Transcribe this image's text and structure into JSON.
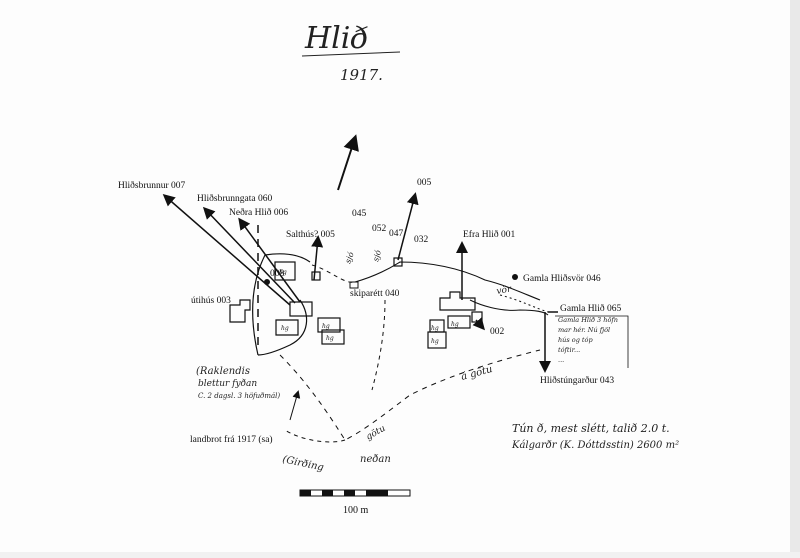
{
  "title": "Hlið",
  "year": "1917.",
  "scale_label": "100 m",
  "labels": {
    "hlidsbrunnur": "Hliðsbrunnur 007",
    "hlidsbrunngata": "Hliðsbrunngata 060",
    "nedra_hlid": "Neðra Hlið 006",
    "salthus": "Salthús? 005",
    "n045": "045",
    "n052": "052",
    "n047": "047",
    "n032": "032",
    "n005": "005",
    "efra_hlid": "Efra Hlið 001",
    "gamla_hlidsvor": "Gamla Hliðsvör 046",
    "n008": "008",
    "skiparett": "skiparétt 040",
    "utihus": "útihús 003",
    "gamla_hlid": "Gamla Hlið 065",
    "n002": "002",
    "hlidstungardur": "Hliðstúngarður 043",
    "landbrot": "landbrot frá 1917 (sa)"
  },
  "handwriting": {
    "raklendis": "(Raklendis",
    "blettur": "blettur fyðan",
    "c2": "C. 2 dagsl. 3 höfuðmál)",
    "sjo1": "sjó",
    "sjo2": "sjó",
    "gardings": "(Girðing",
    "nedan": "neðan",
    "gota": "götu",
    "ad_gota": "á götu",
    "gamla_note1": "Gamla Hlið 3 höfn",
    "gamla_note2": "mar hér. Nú fjöl",
    "gamla_note3": "hús og tóp",
    "gamla_note4": "tóftir...",
    "gamla_note5": "...",
    "tun_line": "Tún ð, mest slétt, talið 2.0 t.",
    "kalgardr_line": "Kálgarðr (K. Dóttdsstin) 2600 m²",
    "hy": "hg",
    "vir": "vör"
  }
}
